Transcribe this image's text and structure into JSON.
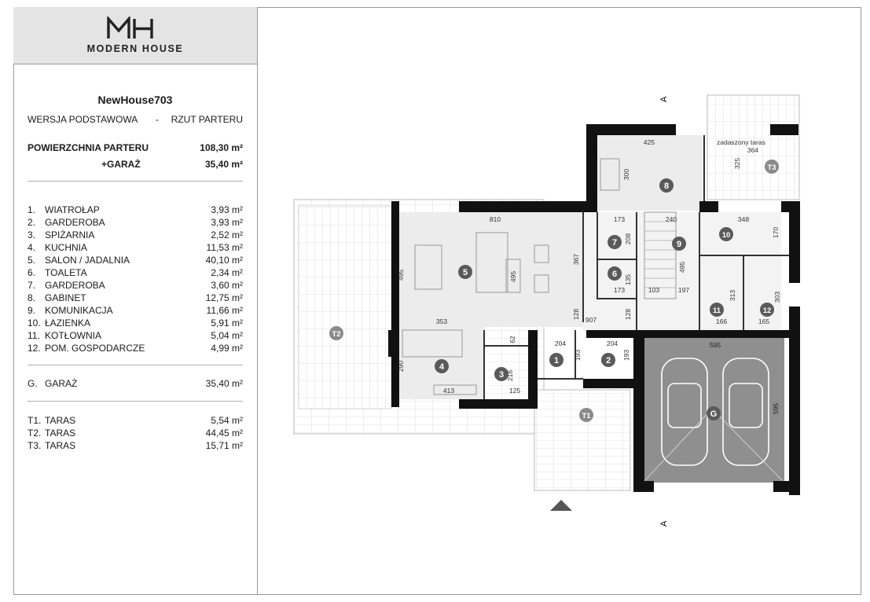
{
  "brand": {
    "mark": "MH",
    "name": "MODERN HOUSE"
  },
  "project": {
    "title": "NewHouse703",
    "version": "WERSJA  PODSTAWOWA",
    "dash": "-",
    "view": "RZUT PARTERU"
  },
  "totals": {
    "ground_label": "POWIERZCHNIA PARTERU",
    "ground_value": "108,30 m²",
    "garage_label": "+GARAŻ",
    "garage_value": "35,40 m²"
  },
  "rooms": [
    {
      "no": "1.",
      "name": "WIATROŁAP",
      "area": "3,93 m²"
    },
    {
      "no": "2.",
      "name": "GARDEROBA",
      "area": "3,93 m²"
    },
    {
      "no": "3.",
      "name": "SPIŻARNIA",
      "area": "2,52 m²"
    },
    {
      "no": "4.",
      "name": "KUCHNIA",
      "area": "11,53 m²"
    },
    {
      "no": "5.",
      "name": "SALON / JADALNIA",
      "area": "40,10 m²"
    },
    {
      "no": "6.",
      "name": "TOALETA",
      "area": "2,34 m²"
    },
    {
      "no": "7.",
      "name": "GARDEROBA",
      "area": "3,60 m²"
    },
    {
      "no": "8.",
      "name": "GABINET",
      "area": "12,75 m²"
    },
    {
      "no": "9.",
      "name": "KOMUNIKACJA",
      "area": "11,66 m²"
    },
    {
      "no": "10.",
      "name": "ŁAZIENKA",
      "area": "5,91 m²"
    },
    {
      "no": "11.",
      "name": "KOTŁOWNIA",
      "area": "5,04 m²"
    },
    {
      "no": "12.",
      "name": "POM. GOSPODARCZE",
      "area": "4,99 m²"
    }
  ],
  "garage": {
    "no": "G.",
    "name": "GARAŻ",
    "area": "35,40 m²"
  },
  "terraces": [
    {
      "no": "T1.",
      "name": "TARAS",
      "area": "5,54 m²"
    },
    {
      "no": "T2.",
      "name": "TARAS",
      "area": "44,45 m²"
    },
    {
      "no": "T3.",
      "name": "TARAS",
      "area": "15,71 m²"
    }
  ],
  "plan": {
    "section_mark": "A",
    "covered_terrace": "zadaszony taras",
    "labels": [
      "1",
      "2",
      "3",
      "4",
      "5",
      "6",
      "7",
      "8",
      "9",
      "10",
      "11",
      "12",
      "G",
      "T1",
      "T2",
      "T3"
    ],
    "dims": [
      "810",
      "495",
      "495",
      "367",
      "353",
      "290",
      "413",
      "62",
      "216",
      "125",
      "204",
      "193",
      "204",
      "193",
      "907",
      "128",
      "128",
      "425",
      "300",
      "364",
      "325",
      "240",
      "348",
      "170",
      "173",
      "208",
      "173",
      "135",
      "103",
      "197",
      "495",
      "313",
      "166",
      "303",
      "165",
      "595",
      "595"
    ]
  }
}
